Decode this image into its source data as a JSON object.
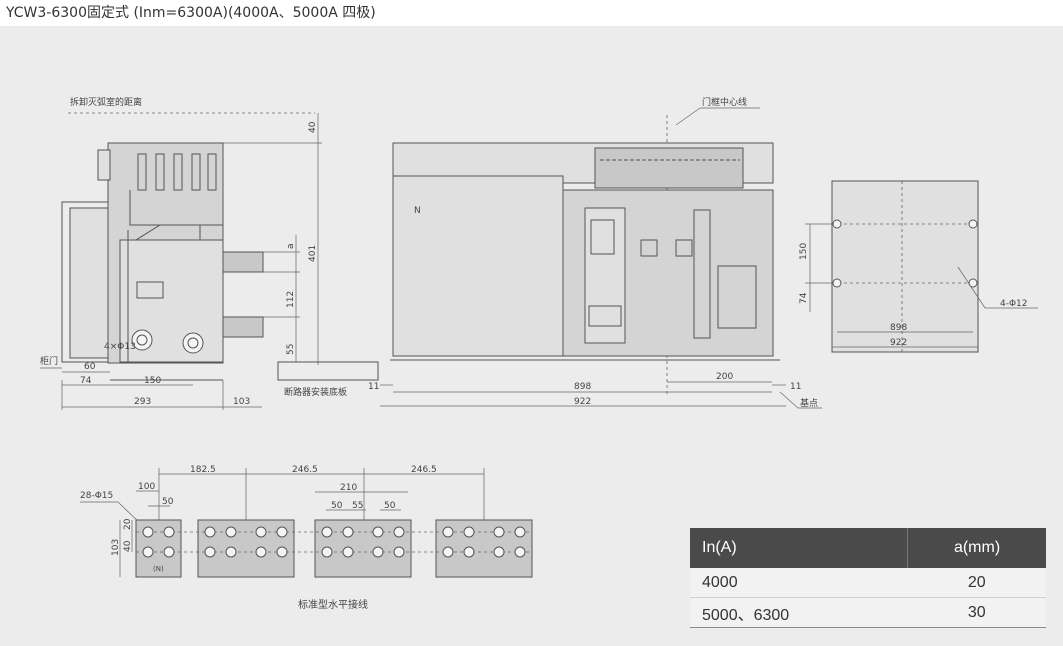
{
  "title": "YCW3-6300固定式 (Inm=6300A)(4000A、5000A 四极)",
  "side_view": {
    "arc_distance_label": "拆卸灭弧室的距离",
    "dim_40": "40",
    "dim_a": "a",
    "dim_401": "401",
    "dim_112": "112",
    "dim_55": "55",
    "holes_label": "4×Φ13",
    "cabinet_door_label": "柜门",
    "dim_60": "60",
    "dim_74": "74",
    "dim_150": "150",
    "dim_293": "293",
    "dim_103": "103",
    "base_plate_label": "断路器安装底板"
  },
  "front_view": {
    "door_center_label": "门框中心线",
    "n_label": "N",
    "dim_11_left": "11",
    "dim_11_right": "11",
    "dim_200": "200",
    "dim_898": "898",
    "dim_922": "922",
    "base_point_label": "基点"
  },
  "mount_view": {
    "dim_150": "150",
    "dim_74": "74",
    "holes_label": "4-Φ12",
    "dim_898": "898",
    "dim_922": "922"
  },
  "busbar_view": {
    "dim_182_5": "182.5",
    "dim_246_5_a": "246.5",
    "dim_246_5_b": "246.5",
    "holes_label": "28-Φ15",
    "dim_100": "100",
    "dim_50_a": "50",
    "dim_210": "210",
    "dim_50_b": "50",
    "dim_55": "55",
    "dim_50_c": "50",
    "dim_20": "20",
    "dim_40": "40",
    "dim_103": "103",
    "n_label": "(N)",
    "caption": "标准型水平接线"
  },
  "spec_table": {
    "headers": [
      "In(A)",
      "a(mm)"
    ],
    "rows": [
      {
        "in": "4000",
        "a": "20"
      },
      {
        "in": "5000、6300",
        "a": "30"
      }
    ]
  }
}
